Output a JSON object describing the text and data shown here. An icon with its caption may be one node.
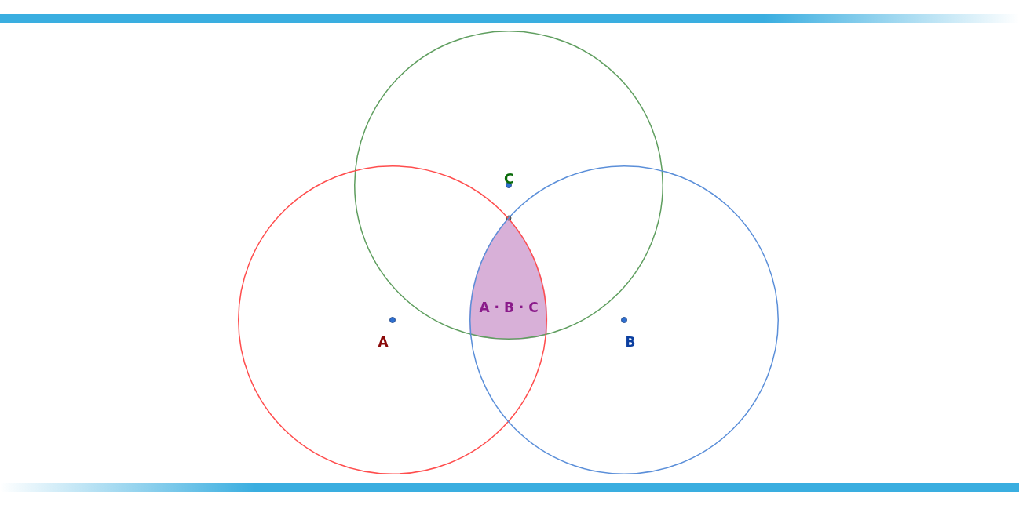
{
  "diagram": {
    "nodes": [
      {
        "text": [
          "C"
        ]
      },
      {
        "text": [
          "A"
        ]
      },
      {
        "text": [
          "B"
        ]
      },
      {
        "text": [
          "A · B · C"
        ]
      }
    ]
  }
}
